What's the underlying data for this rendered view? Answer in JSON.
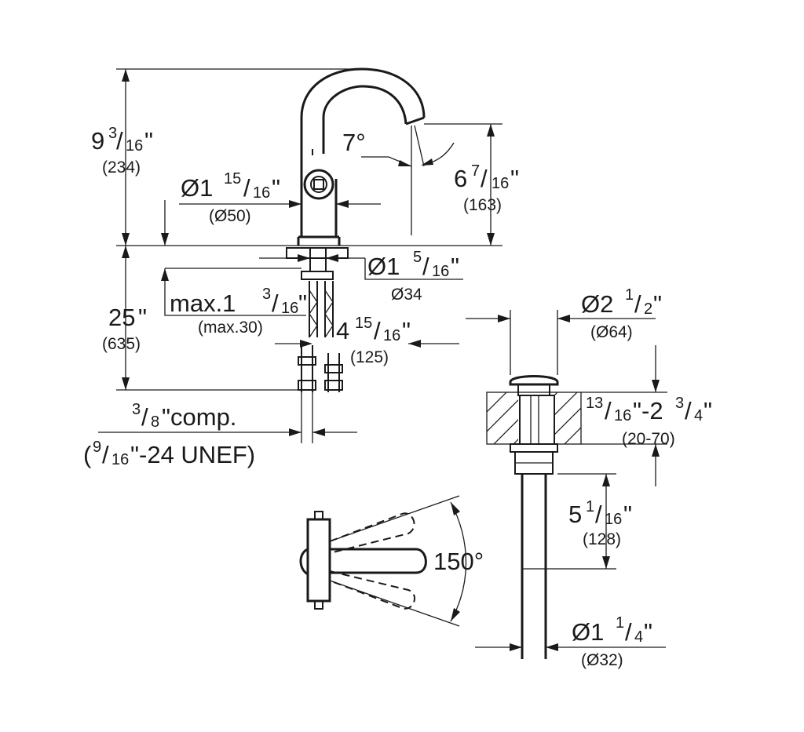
{
  "dimensions": {
    "height_total": {
      "whole": "9",
      "num": "3",
      "den": "16",
      "unit": "\"",
      "metric": "(234)"
    },
    "spout_angle": {
      "label": "7°"
    },
    "spout_height": {
      "whole": "6",
      "num": "7",
      "den": "16",
      "unit": "\"",
      "metric": "(163)"
    },
    "body_diameter": {
      "prefix": "Ø1",
      "num": "15",
      "den": "16",
      "unit": "\"",
      "metric": "(Ø50)"
    },
    "hole_diameter": {
      "prefix": "Ø1",
      "num": "5",
      "den": "16",
      "unit": "\"",
      "metric": "Ø34"
    },
    "supply_length": {
      "whole": "25",
      "unit": "\"",
      "metric": "(635)"
    },
    "deck_max": {
      "prefix": "max.1",
      "num": "3",
      "den": "16",
      "unit": "\"",
      "metric": "(max.30)"
    },
    "supply_spacing": {
      "whole": "4",
      "num": "15",
      "den": "16",
      "unit": "\"",
      "metric": "(125)"
    },
    "connection": {
      "num": "3",
      "den": "8",
      "suffix": "\"comp.",
      "open": "(",
      "num2": "9",
      "den2": "16",
      "suffix2": "\"-24 UNEF)"
    },
    "drain_diameter": {
      "prefix": "Ø2",
      "num": "1",
      "den": "2",
      "unit": "\"",
      "metric": "(Ø64)"
    },
    "drain_range": {
      "num": "13",
      "den": "16",
      "mid": "\"-2",
      "num2": "3",
      "den2": "4",
      "unit": "\"",
      "metric": "(20-70)"
    },
    "tail_length": {
      "whole": "5",
      "num": "1",
      "den": "16",
      "unit": "\"",
      "metric": "(128)"
    },
    "tail_diameter": {
      "prefix": "Ø1",
      "num": "1",
      "den": "4",
      "unit": "\"",
      "metric": "(Ø32)"
    },
    "handle_rotation": {
      "label": "150°"
    }
  }
}
